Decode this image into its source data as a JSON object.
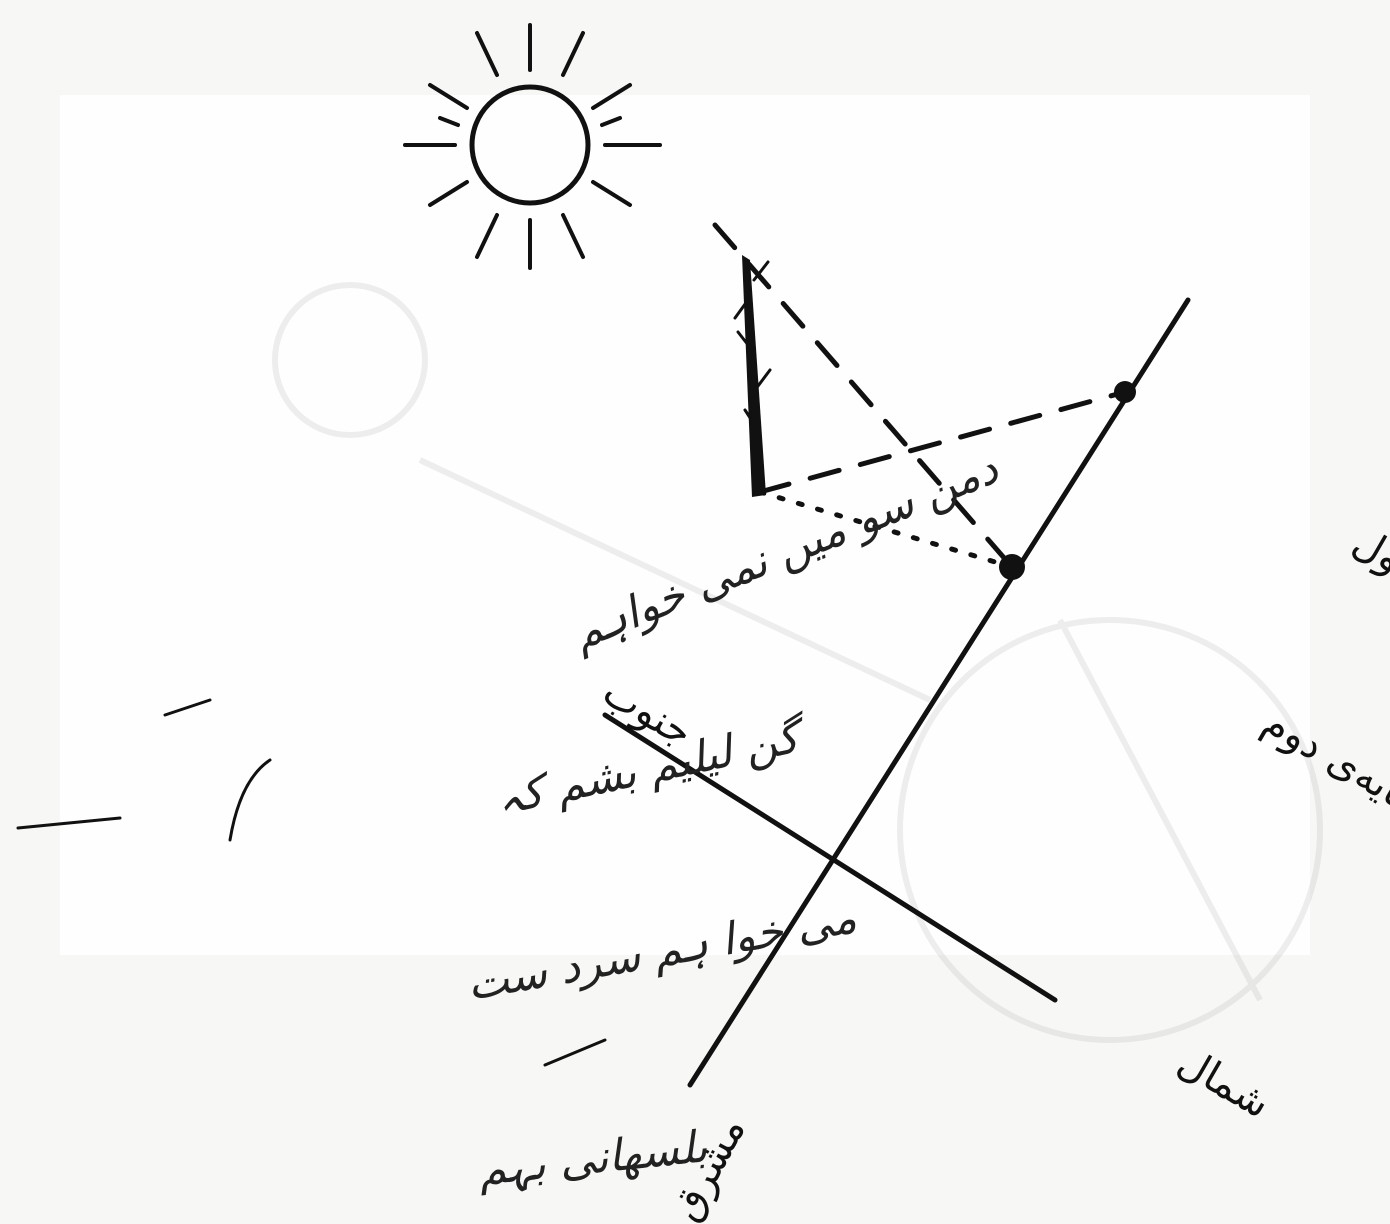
{
  "labels": {
    "first_shadow": "سایه‌ی اول",
    "second_shadow": "سایه‌ی دوم",
    "south": "جنوب",
    "north": "شمال",
    "east": "مشرق"
  },
  "handwriting": {
    "line1": "دمن سو میں نمی خواہم",
    "line2": "گن لیلیم بشم کہ",
    "line3": "می خوا ہم سرد ست",
    "line4": "بلسھانی بہم"
  }
}
